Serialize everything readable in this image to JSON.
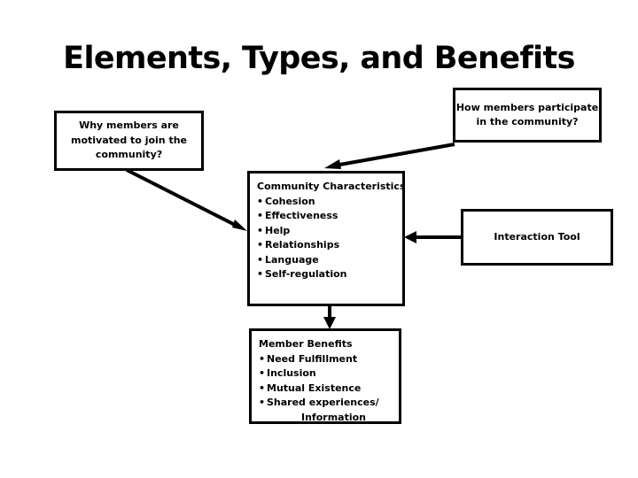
{
  "slide": {
    "title": "Elements, Types, and Benefits",
    "background_color": "#ffffff",
    "line_color": "#000000",
    "text_color": "#000000"
  },
  "boxes": {
    "motivation": {
      "lines": [
        "Why members are",
        "motivated to join the",
        "community?"
      ]
    },
    "participation": {
      "lines": [
        "How members participate",
        "in the community?"
      ]
    },
    "characteristics": {
      "heading": "Community Characteristics",
      "bullet_char": "•",
      "items": [
        "Cohesion",
        "Effectiveness",
        "Help",
        "Relationships",
        "Language",
        "Self-regulation"
      ]
    },
    "interaction": {
      "lines": [
        "Interaction Tool"
      ]
    },
    "benefits": {
      "heading": "Member Benefits",
      "bullet_char": "•",
      "items": [
        "Need Fulfillment",
        "Inclusion",
        "Mutual Existence",
        "Shared experiences/"
      ],
      "continuation": "Information"
    }
  },
  "connectors": [
    {
      "name": "motivation-to-characteristics",
      "from": "motivation",
      "to": "characteristics",
      "direction": "diagonal-down-right"
    },
    {
      "name": "participation-to-characteristics",
      "from": "participation",
      "to": "characteristics",
      "direction": "diagonal-down-left"
    },
    {
      "name": "interaction-to-characteristics",
      "from": "interaction",
      "to": "characteristics",
      "direction": "left"
    },
    {
      "name": "characteristics-to-benefits",
      "from": "characteristics",
      "to": "benefits",
      "direction": "down"
    }
  ]
}
